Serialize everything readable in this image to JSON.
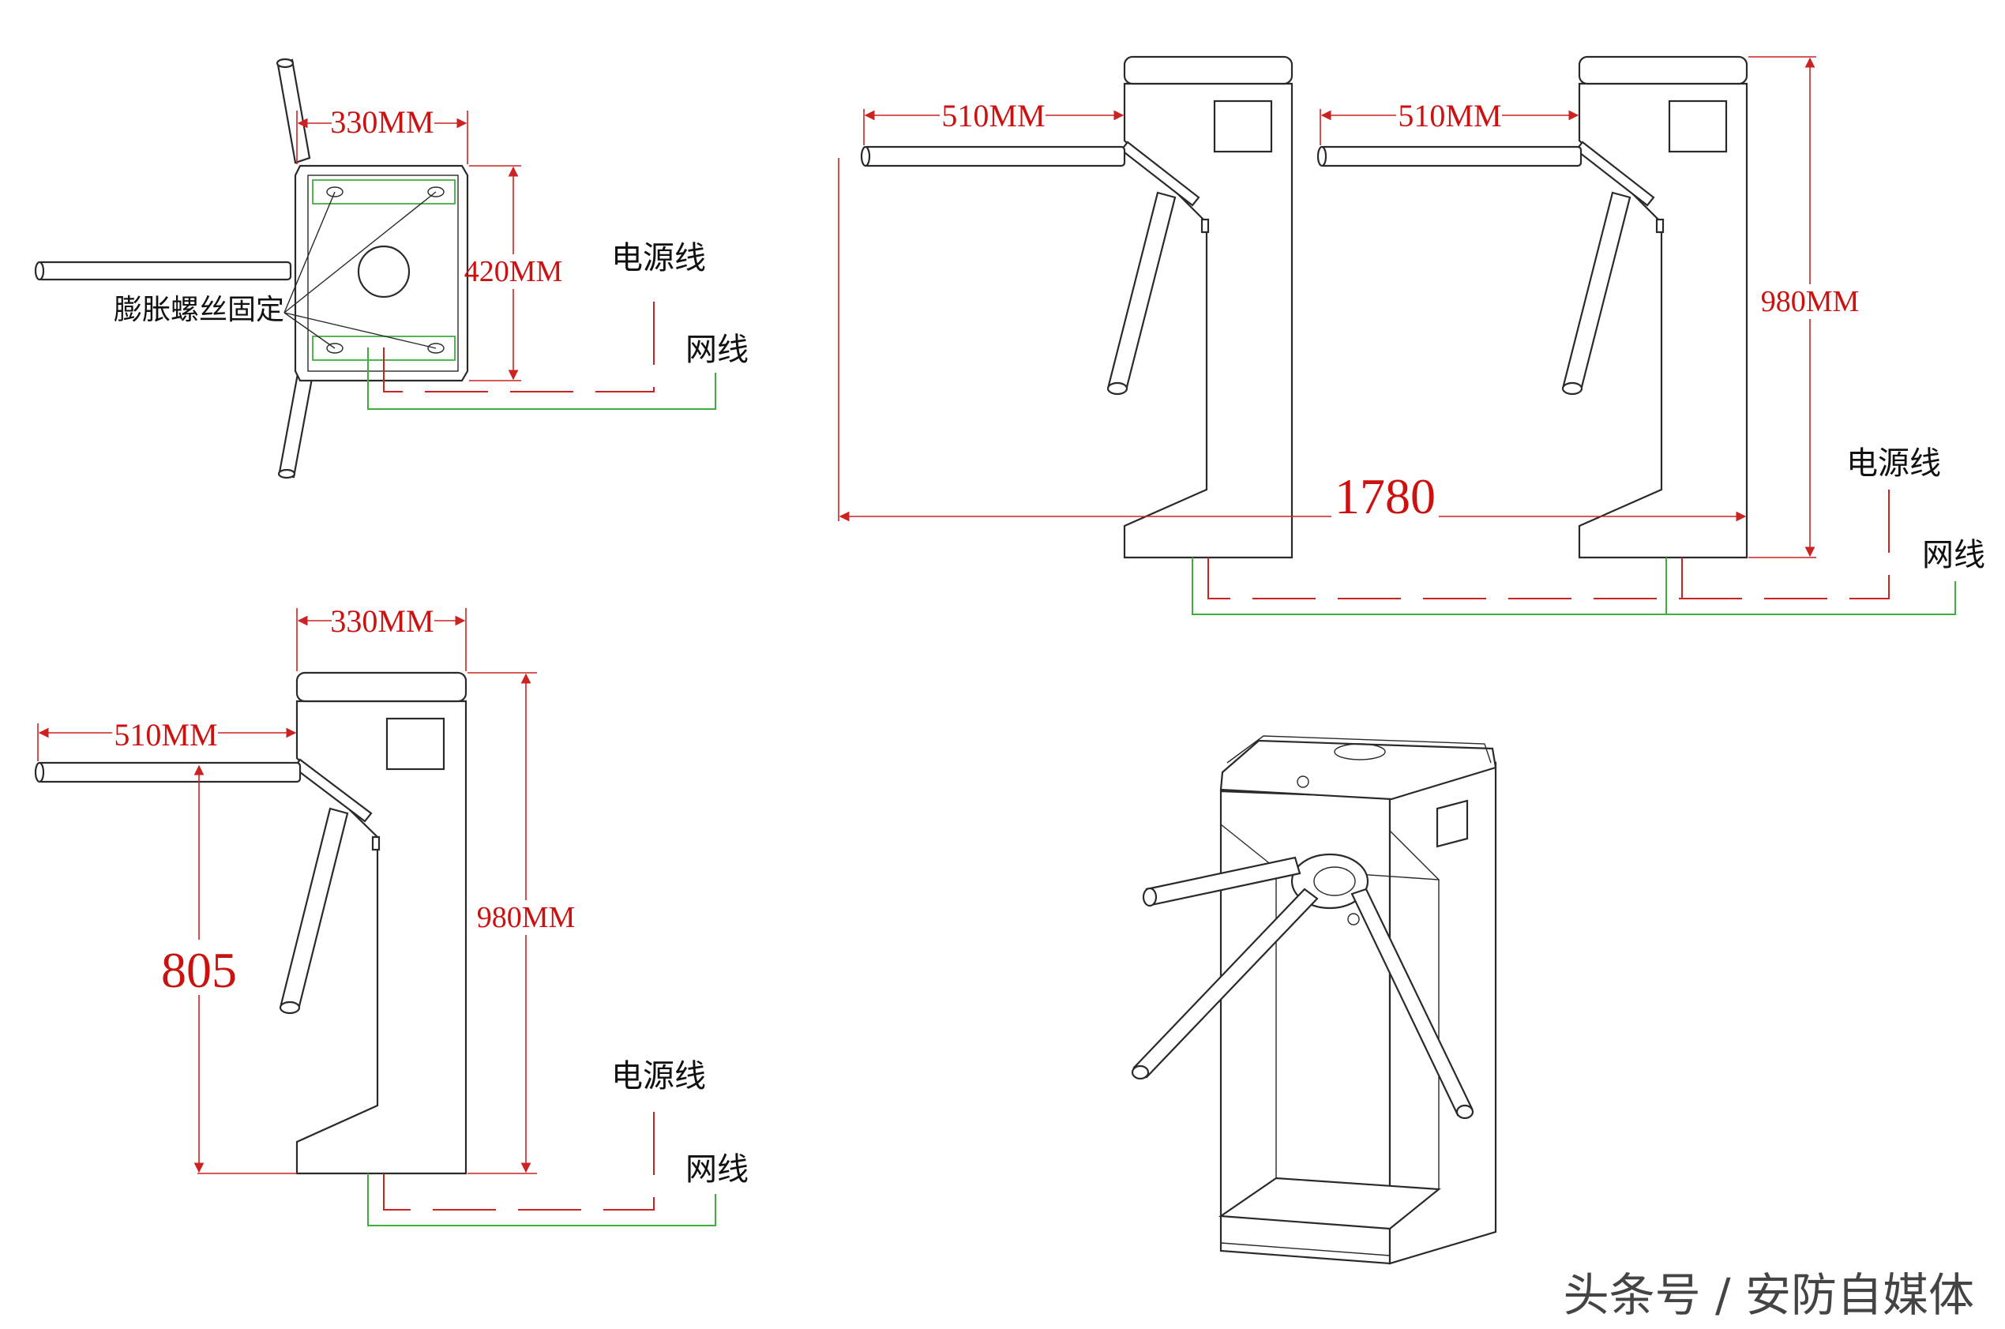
{
  "top_view": {
    "width_label": "330MM",
    "depth_label": "420MM",
    "anchor_label": "膨胀螺丝固定",
    "power_label": "电源线",
    "network_label": "网线"
  },
  "front_view": {
    "width_label": "330MM",
    "arm_label": "510MM",
    "arm_height_label": "805",
    "height_label": "980MM",
    "power_label": "电源线",
    "network_label": "网线"
  },
  "pair_view": {
    "arm_label_left": "510MM",
    "arm_label_right": "510MM",
    "total_label": "1780",
    "height_label": "980MM",
    "power_label": "电源线",
    "network_label": "网线"
  },
  "watermark": "头条号 / 安防自媒体",
  "colors": {
    "dimension": "#cc1111",
    "outline": "#2a2a2a",
    "network_cable": "#3fae3f",
    "power_cable": "#cc2222"
  }
}
